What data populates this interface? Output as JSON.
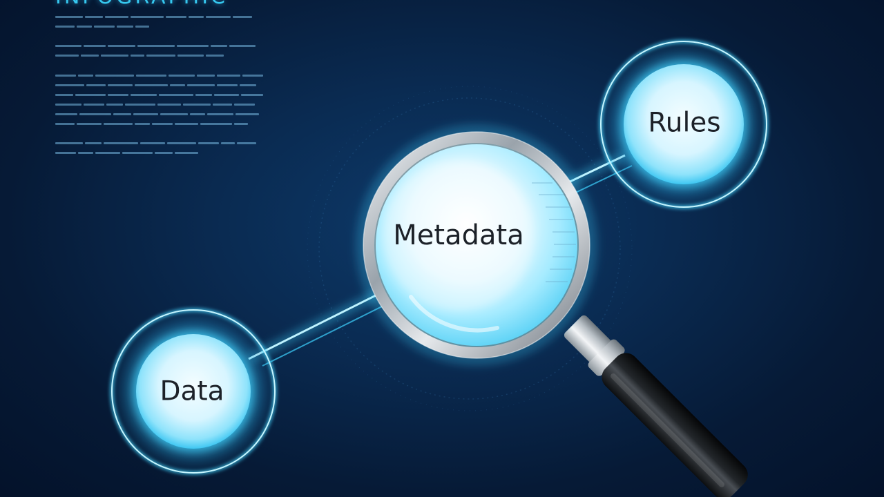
{
  "title": "INFOGRAPHIC",
  "nodes": {
    "data": "Data",
    "metadata": "Metadata",
    "rules": "Rules"
  },
  "colors": {
    "background": "#071a33",
    "glow": "#3fd3ff",
    "node_fill": "#d8f6ff",
    "label_text": "#1c2128"
  }
}
